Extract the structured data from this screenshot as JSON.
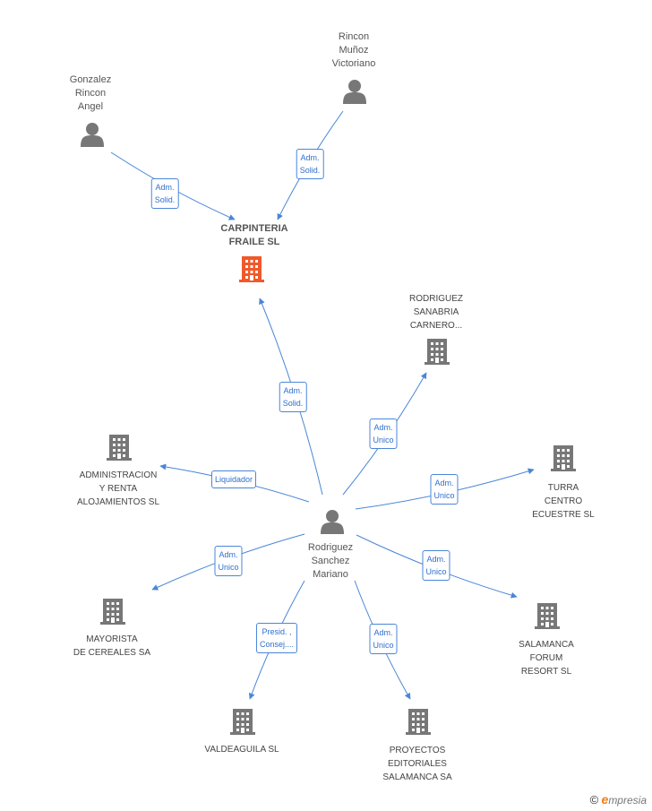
{
  "nodes": {
    "carpinteria": {
      "label": "CARPINTERIA\nFRAILE SL",
      "type": "company-main"
    },
    "gonzalez": {
      "label": "Gonzalez\nRincon\nAngel",
      "type": "person"
    },
    "rincon": {
      "label": "Rincon\nMuñoz\nVictoriano",
      "type": "person"
    },
    "rodriguez_sanchez": {
      "label": "Rodriguez\nSanchez\nMariano",
      "type": "person"
    },
    "rodriguez_sanabria": {
      "label": "RODRIGUEZ\nSANABRIA\nCARNERO...",
      "type": "company"
    },
    "administracion": {
      "label": "ADMINISTRACION\nY RENTA\nALOJAMIENTOS SL",
      "type": "company"
    },
    "turra": {
      "label": "TURRA\nCENTRO\nECUESTRE SL",
      "type": "company"
    },
    "mayorista": {
      "label": "MAYORISTA\nDE CEREALES SA",
      "type": "company"
    },
    "salamanca_forum": {
      "label": "SALAMANCA\nFORUM\nRESORT SL",
      "type": "company"
    },
    "valdeaguila": {
      "label": "VALDEAGUILA SL",
      "type": "company"
    },
    "proyectos": {
      "label": "PROYECTOS\nEDITORIALES\nSALAMANCA SA",
      "type": "company"
    }
  },
  "edges": [
    {
      "id": "e1",
      "from": "gonzalez",
      "to": "carpinteria",
      "label": "Adm.\nSolid."
    },
    {
      "id": "e2",
      "from": "rincon",
      "to": "carpinteria",
      "label": "Adm.\nSolid."
    },
    {
      "id": "e3",
      "from": "rodriguez_sanchez",
      "to": "carpinteria",
      "label": "Adm.\nSolid."
    },
    {
      "id": "e4",
      "from": "rodriguez_sanchez",
      "to": "rodriguez_sanabria",
      "label": "Adm.\nUnico"
    },
    {
      "id": "e5",
      "from": "rodriguez_sanchez",
      "to": "administracion",
      "label": "Liquidador"
    },
    {
      "id": "e6",
      "from": "rodriguez_sanchez",
      "to": "turra",
      "label": "Adm.\nUnico"
    },
    {
      "id": "e7",
      "from": "rodriguez_sanchez",
      "to": "mayorista",
      "label": "Adm.\nUnico"
    },
    {
      "id": "e8",
      "from": "rodriguez_sanchez",
      "to": "salamanca_forum",
      "label": "Adm.\nUnico"
    },
    {
      "id": "e9",
      "from": "rodriguez_sanchez",
      "to": "valdeaguila",
      "label": "Presid. ,\nConsej...."
    },
    {
      "id": "e10",
      "from": "rodriguez_sanchez",
      "to": "proyectos",
      "label": "Adm.\nUnico"
    }
  ],
  "colors": {
    "edge": "#4a86d8",
    "main_company": "#f0592a",
    "company": "#777777",
    "person": "#777777"
  },
  "brand": {
    "copyright": "©",
    "e": "e",
    "rest": "mpresia"
  }
}
